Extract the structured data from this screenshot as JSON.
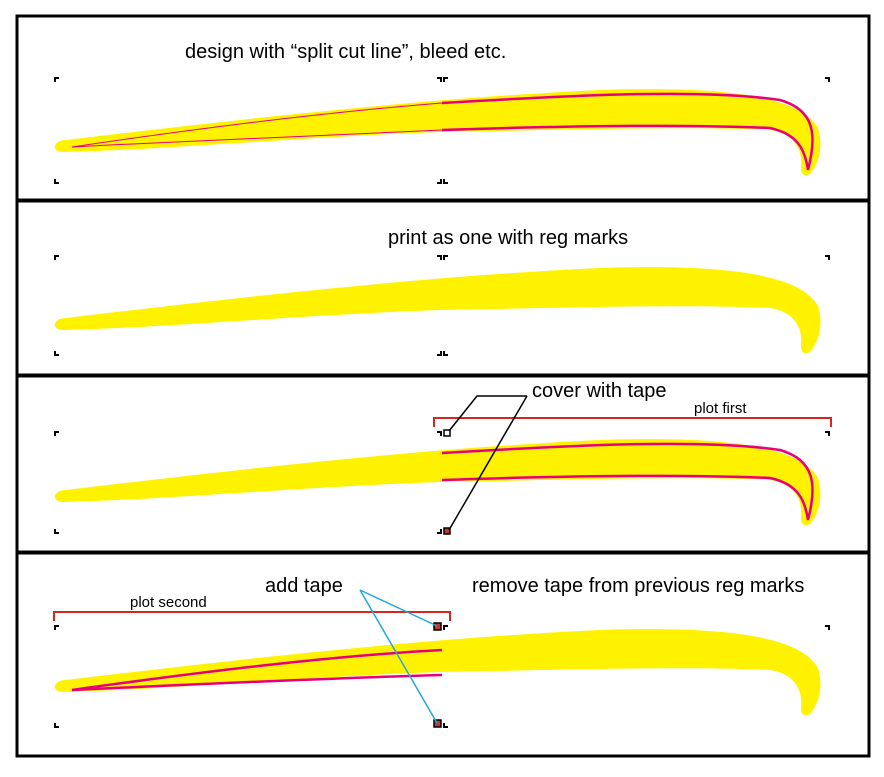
{
  "colors": {
    "frame": "#000000",
    "blade_fill": "#fff200",
    "cut_line": "#e6007e",
    "plot_bracket": "#d7261e",
    "leader_black": "#000000",
    "leader_blue": "#22a7e0",
    "reg_mark": "#000000",
    "tape_square": "#c0392b"
  },
  "panels": [
    {
      "id": "design",
      "caption": "design with “split cut line”, bleed etc."
    },
    {
      "id": "print",
      "caption": "print as one with reg marks"
    },
    {
      "id": "plot-first",
      "callout": "cover with tape",
      "bracket_label": "plot first"
    },
    {
      "id": "plot-second",
      "callout": "add tape",
      "note": "remove tape from previous reg marks",
      "bracket_label": "plot second"
    }
  ]
}
